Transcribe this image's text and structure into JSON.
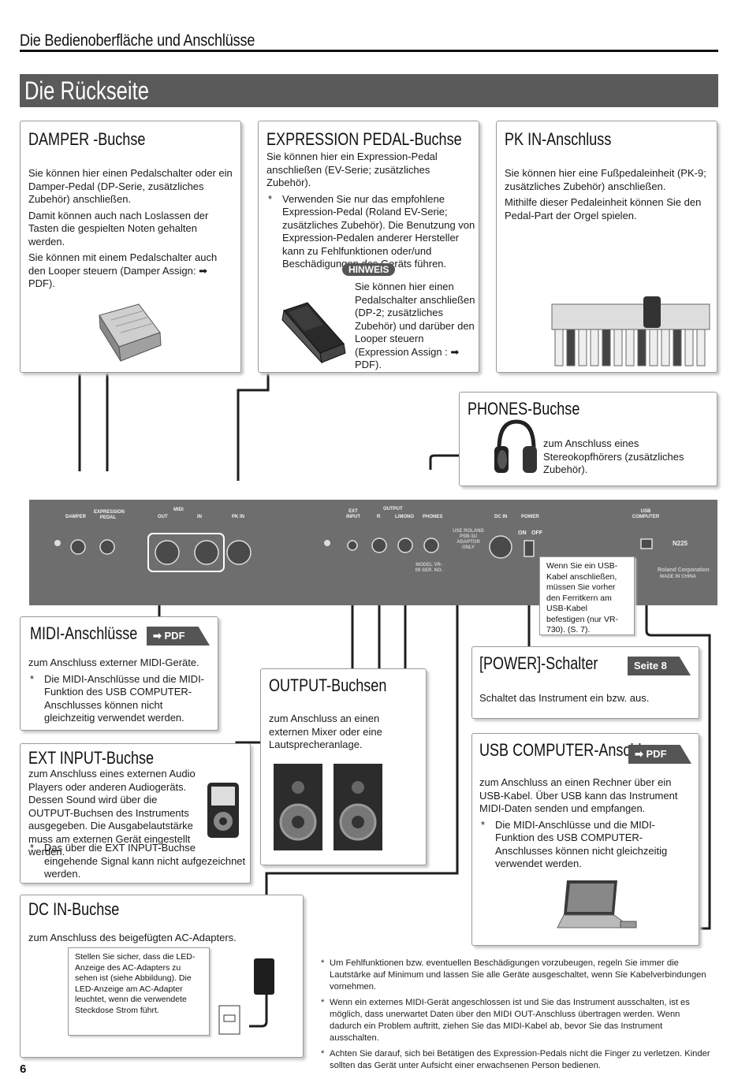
{
  "header": {
    "title": "Die Bedienoberfläche und Anschlüsse"
  },
  "banner": {
    "title": "Die Rückseite"
  },
  "damper": {
    "title": "DAMPER -Buchse",
    "p1": "Sie können hier einen Pedalschalter oder ein Damper-Pedal (DP-Serie, zusätzliches Zubehör) anschließen.",
    "p2": "Damit können auch nach Loslassen der Tasten die gespielten Noten gehalten werden.",
    "p3": "Sie können mit einem Pedalschalter auch den Looper steuern (Damper Assign: ➡ PDF)."
  },
  "expression": {
    "title": "EXPRESSION PEDAL-Buchse",
    "p1": "Sie können hier ein Expression-Pedal anschließen (EV-Serie; zusätzliches Zubehör).",
    "b1": "Verwenden Sie nur das empfohlene Expression-Pedal (Roland EV-Serie; zusätzliches Zubehör). Die Benutzung von Expression-Pedalen anderer Hersteller kann zu Fehlfunktionen oder/und Beschädigungen des Geräts führen.",
    "hinweis_label": "HINWEIS",
    "hinweis_text": "Sie können hier einen Pedalschalter anschließen (DP-2; zusätzliches Zubehör) und darüber den Looper steuern (Expression Assign : ➡ PDF)."
  },
  "pkin": {
    "title": "PK IN-Anschluss",
    "p1": "Sie können hier eine Fußpedaleinheit (PK-9; zusätzliches Zubehör) anschließen.",
    "p2": "Mithilfe dieser Pedaleinheit können Sie den Pedal-Part der Orgel spielen."
  },
  "phones": {
    "title": "PHONES-Buchse",
    "p1": "zum Anschluss eines Stereokopfhörers (zusätzliches Zubehör)."
  },
  "panel": {
    "damper": "DAMPER",
    "expression": "EXPRESSION PEDAL",
    "midi": "MIDI",
    "out": "OUT",
    "in": "IN",
    "pkin": "PK IN",
    "ext": "EXT INPUT",
    "output": "OUTPUT",
    "r": "R",
    "lmono": "L/MONO",
    "phones": "PHONES",
    "dcin": "DC IN",
    "power": "POWER",
    "on": "ON",
    "off": "OFF",
    "usb": "USB COMPUTER",
    "adaptor": "USE ROLAND PSB-1U ADAPTOR ONLY",
    "model": "MODEL VR-09 SER. NO.",
    "roland": "Roland Corporation",
    "made": "MADE IN CHINA",
    "n225": "N225",
    "ferrit_note": "Wenn Sie ein USB-Kabel anschließen, müssen Sie vorher den Ferritkern am USB-Kabel befestigen (nur VR-730). (S. 7)."
  },
  "midi": {
    "title": "MIDI-Anschlüsse",
    "tag": "➡ PDF",
    "p1": "zum Anschluss externer MIDI-Geräte.",
    "b1": "Die MIDI-Anschlüsse und die MIDI-Funktion des USB COMPUTER-Anschlusses können nicht gleichzeitig verwendet werden."
  },
  "power": {
    "title": "[POWER]-Schalter",
    "tag": "Seite 8",
    "p1": "Schaltet das Instrument ein bzw. aus."
  },
  "output": {
    "title": "OUTPUT-Buchsen",
    "p1": "zum Anschluss an einen externen Mixer oder eine Lautsprecheranlage."
  },
  "extinput": {
    "title": "EXT INPUT-Buchse",
    "p1": "zum Anschluss eines externen Audio Players oder anderen Audiogeräts. Dessen Sound wird über die OUTPUT-Buchsen des Instruments ausgegeben. Die Ausgabelautstärke muss am externen Gerät eingestellt werden.",
    "b1": "Das über die EXT INPUT-Buchse eingehende Signal kann nicht aufgezeichnet werden."
  },
  "usbcomp": {
    "title": "USB COMPUTER-Anschluss",
    "tag": "➡ PDF",
    "p1": "zum Anschluss an einen Rechner über ein USB-Kabel. Über USB kann das Instrument MIDI-Daten senden und empfangen.",
    "b1": "Die MIDI-Anschlüsse und die MIDI-Funktion des USB COMPUTER-Anschlusses können nicht gleichzeitig verwendet werden."
  },
  "dcin": {
    "title": "DC IN-Buchse",
    "p1": "zum Anschluss des beigefügten AC-Adapters.",
    "note": "Stellen Sie sicher, dass die LED-Anzeige des AC-Adapters zu sehen ist (siehe Abbildung). Die LED-Anzeige am AC-Adapter leuchtet, wenn die verwendete Steckdose Strom führt."
  },
  "footnotes": [
    "Um Fehlfunktionen bzw. eventuellen Beschädigungen vorzubeugen, regeln Sie immer die Lautstärke auf Minimum und lassen Sie alle Geräte ausgeschaltet, wenn Sie Kabelverbindungen vornehmen.",
    "Wenn ein externes MIDI-Gerät angeschlossen ist und Sie das Instrument ausschalten, ist es möglich, dass unerwartet Daten über den MIDI OUT-Anschluss übertragen werden. Wenn dadurch ein Problem auftritt, ziehen Sie das MIDI-Kabel ab, bevor Sie das Instrument ausschalten.",
    "Achten Sie darauf, sich bei Betätigen des Expression-Pedals nicht die Finger zu verletzen. Kinder sollten das Gerät unter Aufsicht einer erwachsenen Person bedienen."
  ],
  "page_number": "6"
}
